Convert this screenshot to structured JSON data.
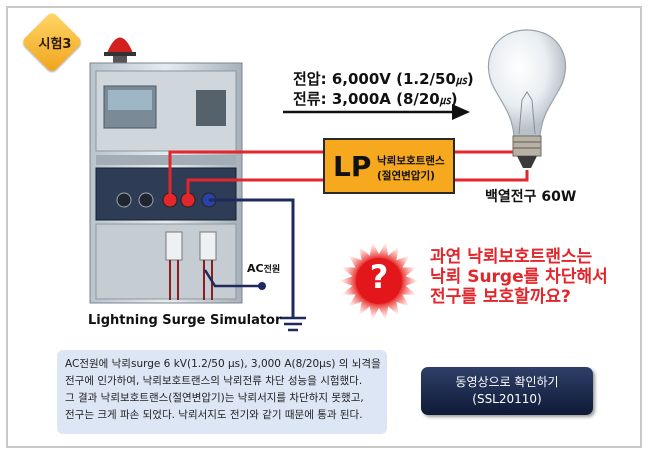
{
  "badge": {
    "label": "시험3"
  },
  "spec": {
    "voltage": "전압: 6,000V (1.2/50",
    "voltage_unit": "㎲",
    "current": "전류: 3,000A (8/20",
    "current_unit": "㎲"
  },
  "lp": {
    "big": "LP",
    "line1": "낙뢰보호트랜스",
    "line2": "(절연변압기)"
  },
  "bulb": {
    "label": "백열전구 60W"
  },
  "simulator": {
    "label": "Lightning Surge Simulator"
  },
  "ac": {
    "prefix": "AC",
    "suffix": "전원"
  },
  "question": {
    "mark": "?",
    "line1": "과연 낙뢰보호트랜스는",
    "line2": "낙뢰 Surge를 차단해서",
    "line3": "전구를 보호할까요?"
  },
  "description": {
    "lines": [
      "AC전원에 낙뢰surge 6 kV(1.2/50 μs), 3,000 A(8/20μs) 의 뇌격을",
      "전구에 인가하여, 낙뢰보호트랜스의 낙뢰전류 차단 성능을 시험했다.",
      "그 결과 낙뢰보호트랜스(절연변압기)는 낙뢰서지를 차단하지 못했고,",
      "전구는 크게 파손 되었다. 낙뢰서지도 전기와 같기 때문에 통과 된다."
    ]
  },
  "cta": {
    "line1": "동영상으로 확인하기",
    "line2": "(SSL20110)"
  },
  "icons": [
    "warning-beacon-icon",
    "light-bulb-icon",
    "question-burst-icon",
    "ground-icon",
    "arrow-right-icon"
  ],
  "colors": {
    "wire_red": "#e3262b",
    "wire_navy": "#1e2a5e",
    "lp_fill": "#f6a81e",
    "accent_red": "#e3262b"
  }
}
